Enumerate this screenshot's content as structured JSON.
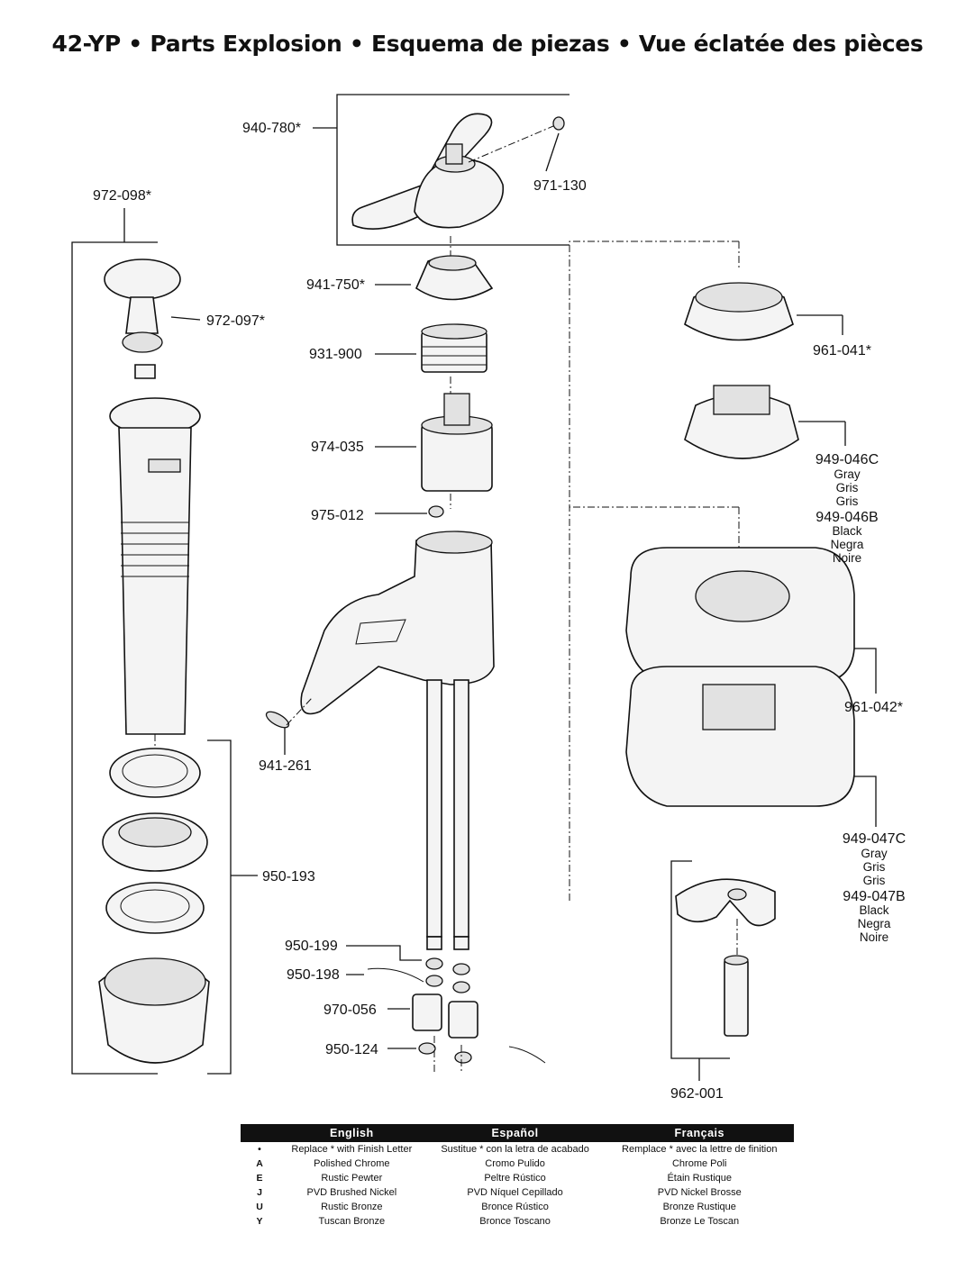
{
  "title": "42-YP  •  Parts Explosion  •  Esquema de piezas  •  Vue éclatée des pièces",
  "parts": [
    {
      "id": "p940780",
      "number": "940-780*"
    },
    {
      "id": "p971130",
      "number": "971-130"
    },
    {
      "id": "p972098",
      "number": "972-098*"
    },
    {
      "id": "p972097",
      "number": "972-097*"
    },
    {
      "id": "p941750",
      "number": "941-750*"
    },
    {
      "id": "p931900",
      "number": "931-900"
    },
    {
      "id": "p974035",
      "number": "974-035"
    },
    {
      "id": "p975012",
      "number": "975-012"
    },
    {
      "id": "p941261",
      "number": "941-261"
    },
    {
      "id": "p950193",
      "number": "950-193"
    },
    {
      "id": "p950199",
      "number": "950-199"
    },
    {
      "id": "p950198",
      "number": "950-198"
    },
    {
      "id": "p970056",
      "number": "970-056"
    },
    {
      "id": "p950124",
      "number": "950-124"
    },
    {
      "id": "p961041",
      "number": "961-041*"
    },
    {
      "id": "p949046",
      "number": "949-046C",
      "lines": [
        "Gray",
        "Gris",
        "Gris"
      ],
      "number2": "949-046B",
      "lines2": [
        "Black",
        "Negra",
        "Noire"
      ]
    },
    {
      "id": "p961042",
      "number": "961-042*"
    },
    {
      "id": "p949047",
      "number": "949-047C",
      "lines": [
        "Gray",
        "Gris",
        "Gris"
      ],
      "number2": "949-047B",
      "lines2": [
        "Black",
        "Negra",
        "Noire"
      ]
    },
    {
      "id": "p962001",
      "number": "962-001"
    }
  ],
  "legend": {
    "headers": [
      "English",
      "Español",
      "Français"
    ],
    "rows": [
      {
        "code": "•",
        "en": "Replace * with Finish Letter",
        "es": "Sustitue * con la letra de acabado",
        "fr": "Remplace * avec la lettre de finition"
      },
      {
        "code": "A",
        "en": "Polished Chrome",
        "es": "Cromo Pulido",
        "fr": "Chrome Poli"
      },
      {
        "code": "E",
        "en": "Rustic Pewter",
        "es": "Peltre Rústico",
        "fr": "Étain Rustique"
      },
      {
        "code": "J",
        "en": "PVD Brushed Nickel",
        "es": "PVD Níquel Cepillado",
        "fr": "PVD Nickel Brosse"
      },
      {
        "code": "U",
        "en": "Rustic Bronze",
        "es": "Bronce Rústico",
        "fr": "Bronze Rustique"
      },
      {
        "code": "Y",
        "en": "Tuscan Bronze",
        "es": "Bronce Toscano",
        "fr": "Bronze Le Toscan"
      }
    ]
  }
}
